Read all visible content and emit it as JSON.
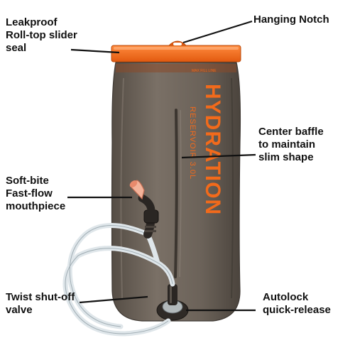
{
  "product": {
    "brand_print": "HYDRATION",
    "sub_print": "RESERVOIR 3.0L",
    "fill_line": "MAX FILL LINE",
    "colors": {
      "body": "#6e655b",
      "body_dark": "#4e4740",
      "accent": "#f26a1b",
      "tube": "#dfe6ea"
    }
  },
  "callouts": {
    "seal": [
      "Leakproof",
      "Roll-top slider",
      "seal"
    ],
    "notch": [
      "Hanging Notch"
    ],
    "baffle": [
      "Center baffle",
      "to maintain",
      "slim shape"
    ],
    "mouthpiece": [
      "Soft-bite",
      "Fast-flow",
      "mouthpiece"
    ],
    "valve": [
      "Twist shut-off",
      "valve"
    ],
    "release": [
      "Autolock",
      "quick-release"
    ]
  }
}
